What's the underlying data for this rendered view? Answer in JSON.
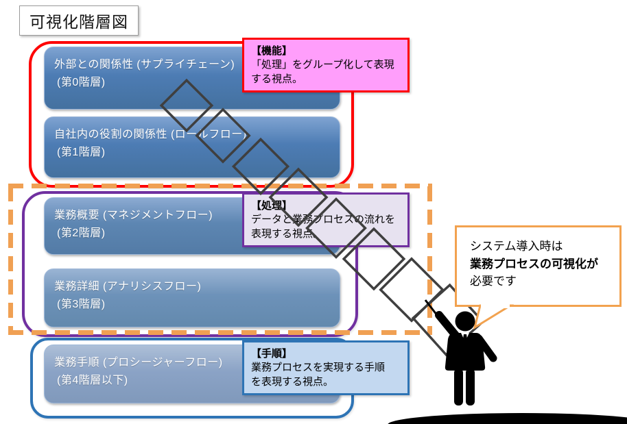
{
  "title": "可視化階層図",
  "hierarchy": {
    "layers": [
      {
        "name": "外部との関係性 (サプライチェーン)",
        "level": "(第0階層)"
      },
      {
        "name": "自社内の役割の関係性 (ロールフロー)",
        "level": "(第1階層)"
      },
      {
        "name": "業務概要 (マネジメントフロー)",
        "level": "(第2階層)"
      },
      {
        "name": "業務詳細 (アナリシスフロー)",
        "level": "(第3階層)"
      },
      {
        "name": "業務手順 (プロシージャーフロー)",
        "level": "(第4階層以下)"
      }
    ]
  },
  "annotations": [
    {
      "heading": "【機能】",
      "body": "「処理」をグループ化して表現\nする視点。"
    },
    {
      "heading": "【処理】",
      "body": "データと業務プロセスの流れを\n表現する視点。"
    },
    {
      "heading": "【手順】",
      "body": "業務プロセスを実現する手順\nを表現する視点。"
    }
  ],
  "speech_bubble": {
    "line1": "システム導入時は",
    "line2_bold": "業務プロセスの可視化が",
    "line3": "必要です"
  },
  "icons": {
    "watermark": "diamond-outline-chain",
    "figure": "presenter-silhouette"
  },
  "colors": {
    "function_group_border": "#FE0000",
    "process_group_border": "#7030A0",
    "procedure_group_border": "#2E74B5",
    "scope_dashed_border": "#F0A053",
    "function_label_bg": "#FF9EFB",
    "process_label_bg": "#E7E2F0",
    "procedure_label_bg": "#C3D8F0",
    "bubble_border": "#F2A24F",
    "layer_box_text": "#FFFFFF"
  }
}
